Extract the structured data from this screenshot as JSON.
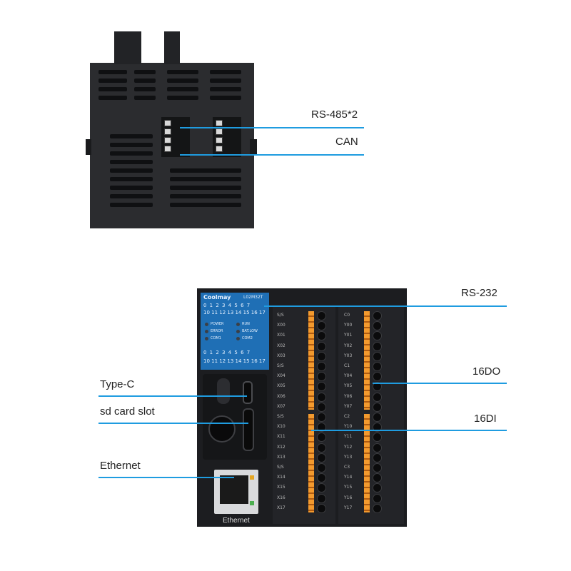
{
  "callouts": {
    "rs485": "RS-485*2",
    "can": "CAN",
    "rs232": "RS-232",
    "do16": "16DO",
    "di16": "16DI",
    "typec": "Type-C",
    "sdcard": "sd card slot",
    "ethernet": "Ethernet"
  },
  "device": {
    "brand": "Coolmay",
    "model": "L02M32T",
    "port_label": "Ethernet",
    "indicator_numbers_row1": "0 1 2 3 4 5 6 7",
    "indicator_numbers_row2": "10 11 12 13 14 15 16 17",
    "status": [
      "POWER",
      "ERROR",
      "COM1",
      "RUN",
      "BAT.LOW",
      "COM2"
    ],
    "inputs_left": [
      "S/S",
      "X00",
      "X01",
      "X02",
      "X03",
      "S/S",
      "X04",
      "X05",
      "X06",
      "X07",
      "S/S",
      "X10",
      "X11",
      "X12",
      "X13",
      "S/S",
      "X14",
      "X15",
      "X16",
      "X17"
    ],
    "outputs_right": [
      "C0",
      "Y00",
      "Y01",
      "Y02",
      "Y03",
      "C1",
      "Y04",
      "Y05",
      "Y06",
      "Y07",
      "C2",
      "Y10",
      "Y11",
      "Y12",
      "Y13",
      "C3",
      "Y14",
      "Y15",
      "Y16",
      "Y17"
    ]
  },
  "colors": {
    "accent": "#1f9ce0",
    "panel": "#1f6fb5",
    "terminal_orange": "#f39a2e"
  }
}
